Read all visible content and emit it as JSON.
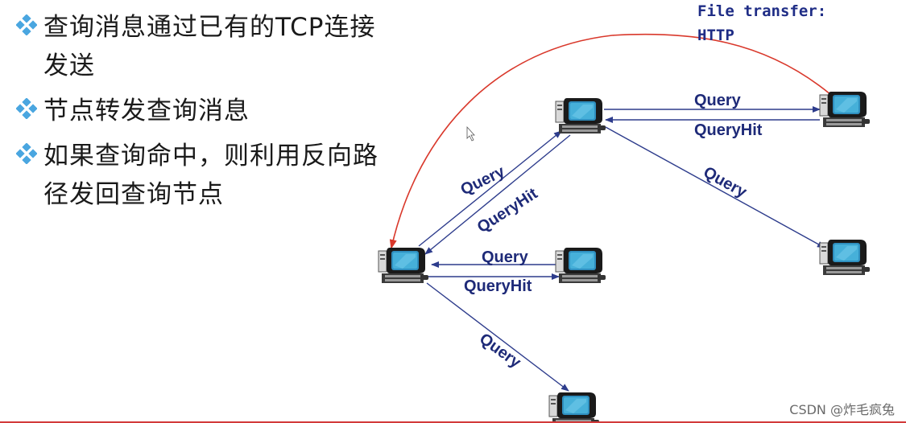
{
  "bullets": [
    {
      "text": "查询消息通过已有的TCP连接发送"
    },
    {
      "text": "节点转发查询消息"
    },
    {
      "text": "如果查询命中，则利用反向路径发回查询节点"
    }
  ],
  "file_transfer": {
    "line1": "File transfer:",
    "line2": "HTTP"
  },
  "edge_labels": {
    "top_query": "Query",
    "top_queryhit": "QueryHit",
    "diag_query": "Query",
    "diag_queryhit": "QueryHit",
    "right_query": "Query",
    "mid_query": "Query",
    "mid_queryhit": "QueryHit",
    "bottom_query": "Query"
  },
  "watermark": "CSDN @炸毛疯兔",
  "colors": {
    "arrow": "#2d3c8c",
    "http_arrow": "#d9382b",
    "label": "#1e2a78"
  },
  "icons": [
    "diamond-bullet-icon",
    "computer-icon"
  ]
}
